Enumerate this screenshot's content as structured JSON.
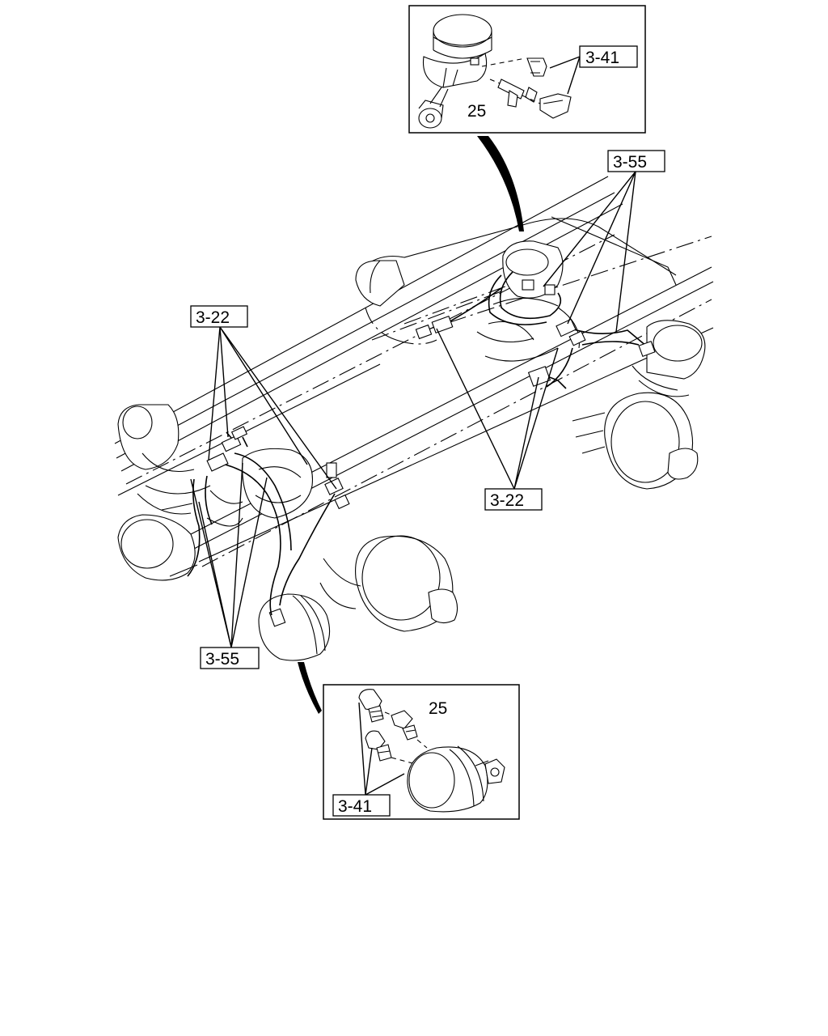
{
  "callouts": {
    "top_inset_ref": "3-41",
    "top_inset_part": "25",
    "top_right_ref": "3-55",
    "left_ref": "3-22",
    "center_right_ref": "3-22",
    "bottom_left_ref": "3-55",
    "bottom_inset_part": "25",
    "bottom_inset_ref": "3-41"
  }
}
